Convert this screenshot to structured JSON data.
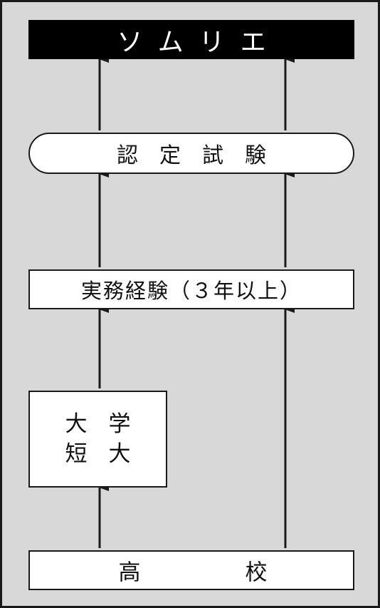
{
  "diagram": {
    "top": "ソムリエ",
    "exam": "認定試験",
    "work": "実務経験（３年以上）",
    "college_line1": "大学",
    "college_line2": "短大",
    "highschool_left": "高",
    "highschool_right": "校"
  },
  "colors": {
    "background": "#d8d8d8",
    "banner": "#000000",
    "box_fill": "#ffffff",
    "line": "#1a1a1a"
  }
}
